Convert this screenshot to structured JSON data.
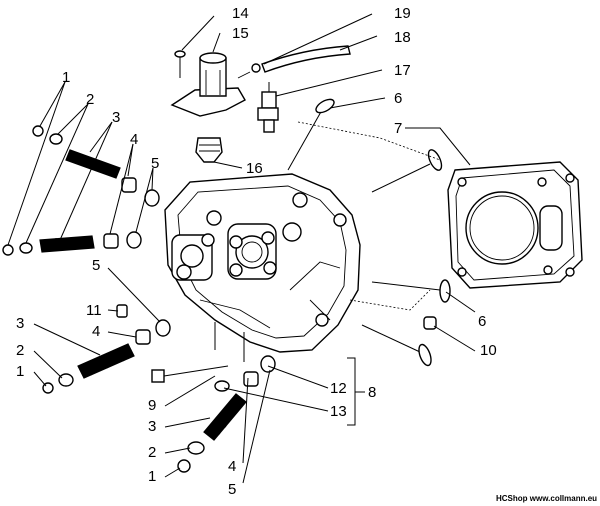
{
  "callouts": {
    "c1_top": "1",
    "c2_top": "2",
    "c3_top": "3",
    "c4_top": "4",
    "c5_top": "5",
    "c6_top": "6",
    "c7": "7",
    "c14": "14",
    "c15": "15",
    "c16": "16",
    "c17": "17",
    "c18": "18",
    "c19": "19",
    "c5_mid": "5",
    "c11": "11",
    "c4_mid": "4",
    "c3_mid": "3",
    "c2_mid": "2",
    "c1_mid": "1",
    "c6_right": "6",
    "c10": "10",
    "c12": "12",
    "c13": "13",
    "c8": "8",
    "c9": "9",
    "c3_bot": "3",
    "c2_bot": "2",
    "c1_bot": "1",
    "c4_bot": "4",
    "c5_bot": "5"
  },
  "footer": {
    "credit": "HCShop www.collmann.eu"
  }
}
